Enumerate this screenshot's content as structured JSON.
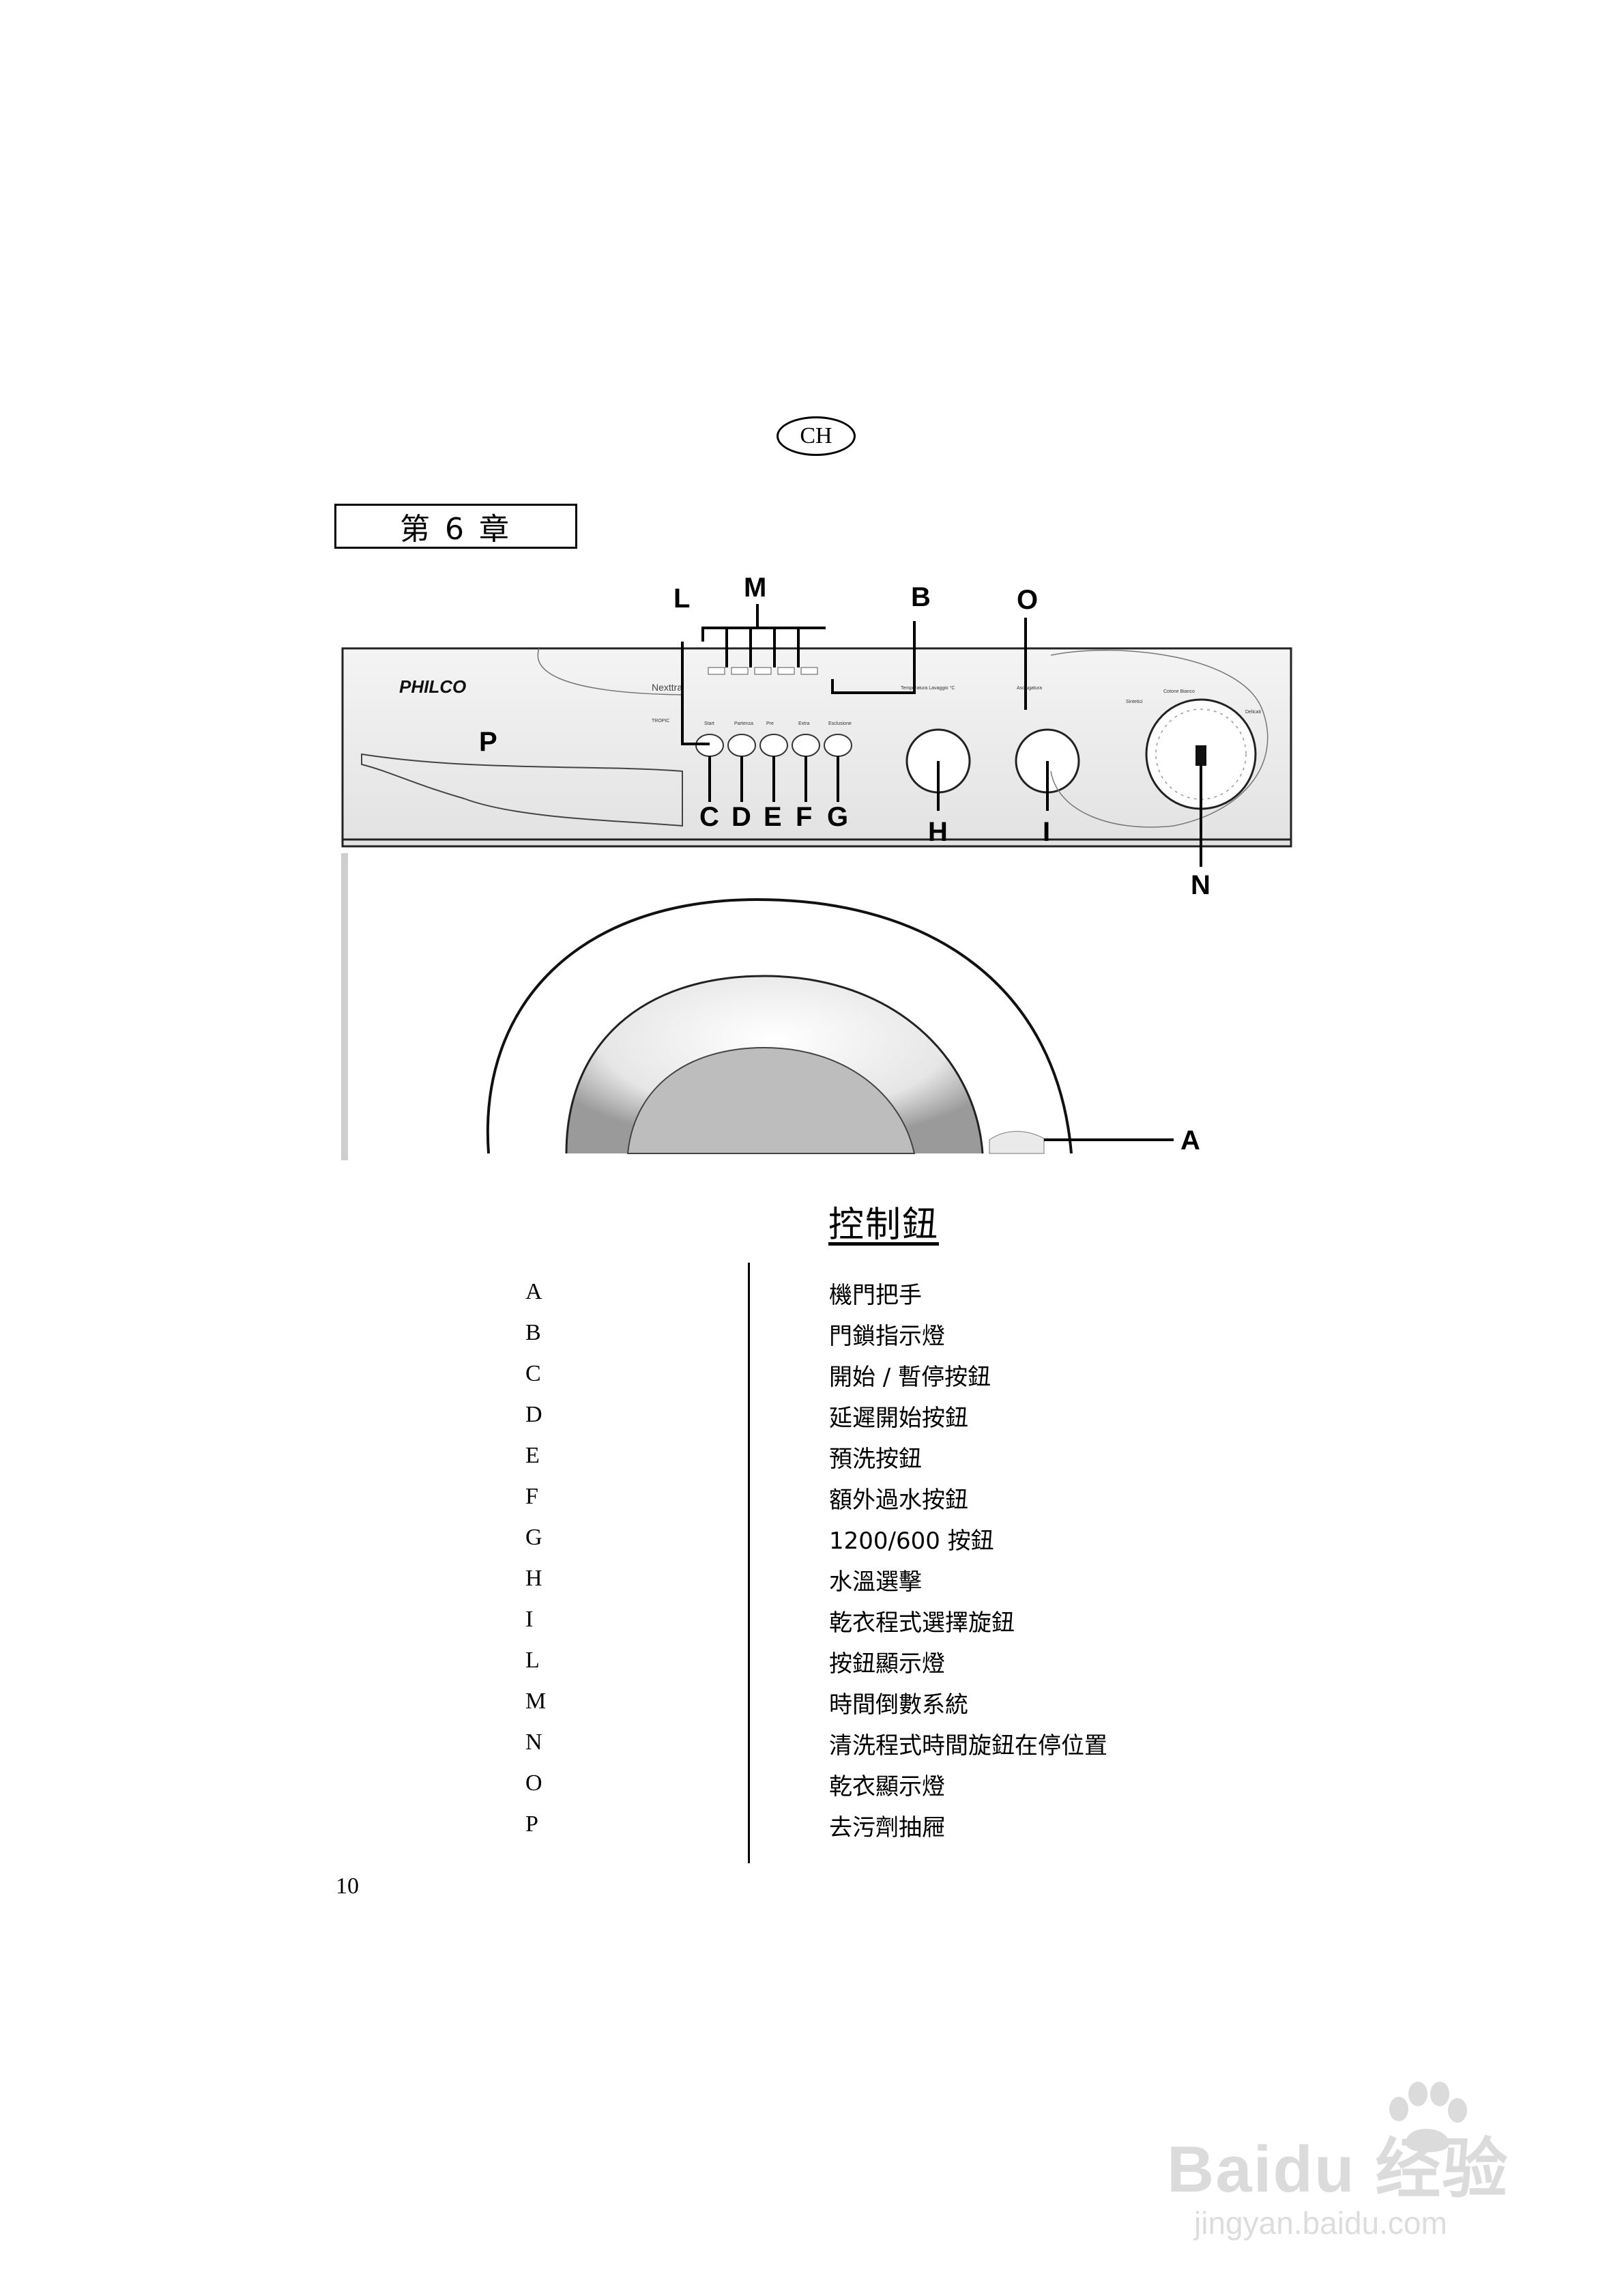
{
  "header": {
    "language_badge": "CH",
    "chapter": "第 6 章"
  },
  "figure": {
    "brand": "PHILCO",
    "callouts": [
      "A",
      "B",
      "C",
      "D",
      "E",
      "F",
      "G",
      "H",
      "I",
      "L",
      "M",
      "N",
      "O",
      "P"
    ]
  },
  "section_title": "控制鈕",
  "legend": [
    {
      "key": "A",
      "desc": "機門把手"
    },
    {
      "key": "B",
      "desc": "門鎖指示燈"
    },
    {
      "key": "C",
      "desc": "開始 / 暫停按鈕"
    },
    {
      "key": "D",
      "desc": "延遲開始按鈕"
    },
    {
      "key": "E",
      "desc": "預洗按鈕"
    },
    {
      "key": "F",
      "desc": "額外過水按鈕"
    },
    {
      "key": "G",
      "desc": "1200/600 按鈕"
    },
    {
      "key": "H",
      "desc": "水溫選擊"
    },
    {
      "key": "I",
      "desc": "乾衣程式選擇旋鈕"
    },
    {
      "key": "L",
      "desc": "按鈕顯示燈"
    },
    {
      "key": "M",
      "desc": "時間倒數系統"
    },
    {
      "key": "N",
      "desc": "清洗程式時間旋鈕在停位置"
    },
    {
      "key": "O",
      "desc": "乾衣顯示燈"
    },
    {
      "key": "P",
      "desc": "去污劑抽屜"
    }
  ],
  "page_number": "10",
  "watermark": {
    "brand": "Baidu 经验",
    "url": "jingyan.baidu.com"
  }
}
